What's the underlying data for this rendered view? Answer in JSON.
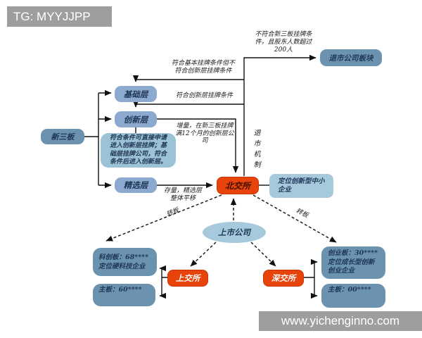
{
  "banners": {
    "tg_banner": "TG: MYYJJPP",
    "website_banner": "www.yichenginno.com"
  },
  "colors": {
    "steel_blue_box": "#6B93B0",
    "periwinkle_box": "#8CA9CF",
    "light_blue_box": "#A6CADC",
    "callout_box": "#9CC2D6",
    "orange_red_box": "#E8430A",
    "navy_text": "#1F3656",
    "banner_gray": "#9E9E9E"
  },
  "nodes": {
    "xinsanban": {
      "label": "新三板"
    },
    "jichuceng": {
      "label": "基础层"
    },
    "chuangxinceng": {
      "label": "创新层"
    },
    "jingxuanceng": {
      "label": "精选层"
    },
    "beijiaosuo": {
      "label": "北交所"
    },
    "tuishi_board": {
      "label": "退市公司板块"
    },
    "shangshi_gongsi": {
      "label": "上市公司"
    },
    "shangjiaosuo": {
      "label": "上交所"
    },
    "shenjiaosuo": {
      "label": "深交所"
    },
    "kechuangban": {
      "line1": "科创板：68****",
      "line2": "定位硬科技企业"
    },
    "zhuban_sh": {
      "label": "主板：60****"
    },
    "chuangyeban": {
      "line1": "创业板：30****",
      "line2": "定位成长型创新",
      "line3": "创业企业"
    },
    "zhuban_sz": {
      "label": "主板：00****"
    },
    "dingwei_callout": {
      "line1": "定位创新型中小",
      "line2": "企业"
    },
    "cengji_callout": {
      "line1": "符合条件可直接申请",
      "line2": "进入创新层挂牌；基",
      "line3": "础层挂牌公司，符合",
      "line4": "条件后进入创新层。"
    }
  },
  "edge_labels": {
    "not_qualified": {
      "line1": "不符合新三板挂牌条",
      "line2": "件，且股东人数超过",
      "line3": "200人"
    },
    "basic_qualified": {
      "line1": "符合基本挂牌条件但不",
      "line2": "符合创新层挂牌条件"
    },
    "innovation_qualified": "符合创新层挂牌条件",
    "zengliang": {
      "line1": "增量，在新三板挂牌",
      "line2": "满12个月的创新层公",
      "line3": "司"
    },
    "cunliang": {
      "line1": "存量，精选层",
      "line2": "整体平移"
    },
    "delisting": "退市机制",
    "zhuanban_left": "转板",
    "zhuanban_right": "转板"
  }
}
